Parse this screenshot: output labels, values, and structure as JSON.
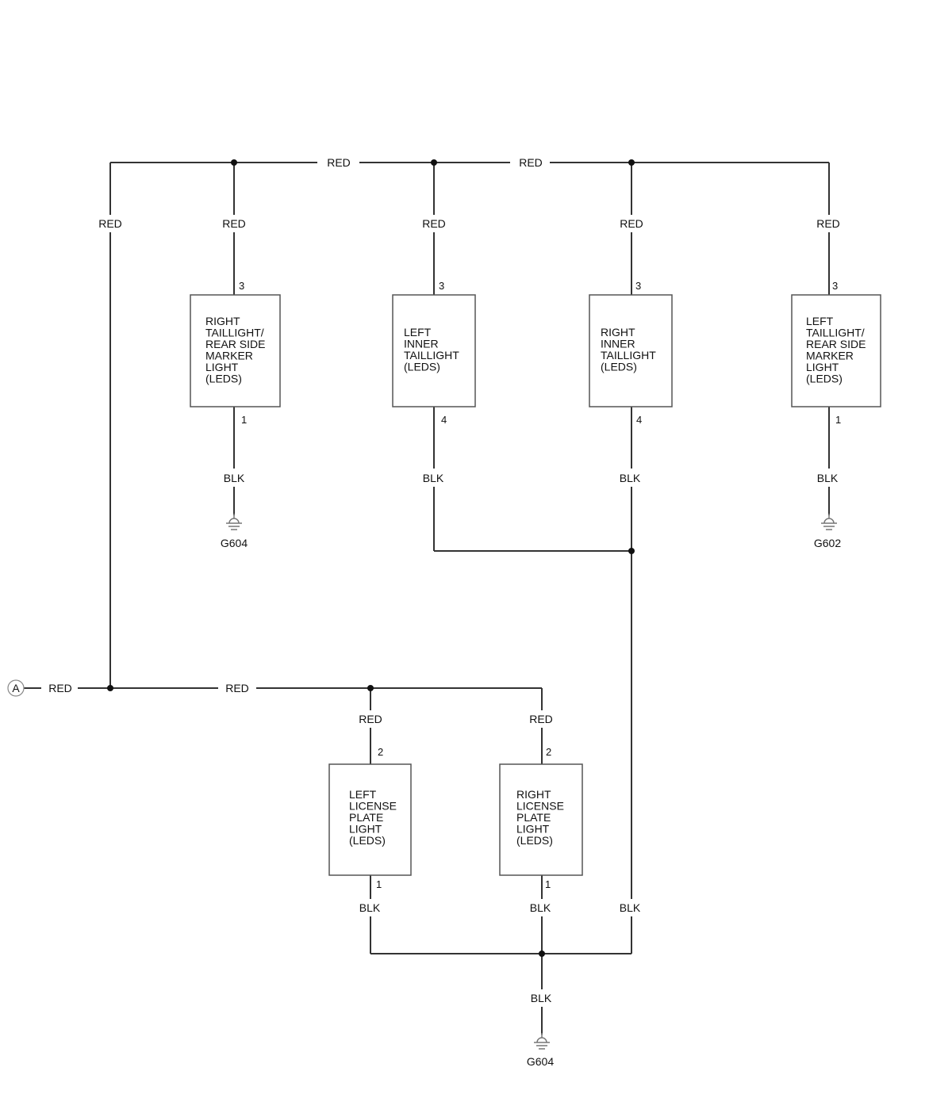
{
  "wires": {
    "red": "RED",
    "blk": "BLK"
  },
  "connector": {
    "label": "A"
  },
  "components": [
    {
      "id": "right-taillight",
      "lines": [
        "RIGHT",
        "TAILLIGHT/",
        "REAR SIDE",
        "MARKER",
        "LIGHT",
        "(LEDS)"
      ],
      "pin_top": "3",
      "pin_bottom": "1"
    },
    {
      "id": "left-inner-taillight",
      "lines": [
        "LEFT",
        "INNER",
        "TAILLIGHT",
        "(LEDS)"
      ],
      "pin_top": "3",
      "pin_bottom": "4"
    },
    {
      "id": "right-inner-taillight",
      "lines": [
        "RIGHT",
        "INNER",
        "TAILLIGHT",
        "(LEDS)"
      ],
      "pin_top": "3",
      "pin_bottom": "4"
    },
    {
      "id": "left-taillight",
      "lines": [
        "LEFT",
        "TAILLIGHT/",
        "REAR SIDE",
        "MARKER",
        "LIGHT",
        "(LEDS)"
      ],
      "pin_top": "3",
      "pin_bottom": "1"
    },
    {
      "id": "left-license-plate-light",
      "lines": [
        "LEFT",
        "LICENSE",
        "PLATE",
        "LIGHT",
        "(LEDS)"
      ],
      "pin_top": "2",
      "pin_bottom": "1"
    },
    {
      "id": "right-license-plate-light",
      "lines": [
        "RIGHT",
        "LICENSE",
        "PLATE",
        "LIGHT",
        "(LEDS)"
      ],
      "pin_top": "2",
      "pin_bottom": "1"
    }
  ],
  "grounds": [
    "G604",
    "G602",
    "G604"
  ]
}
